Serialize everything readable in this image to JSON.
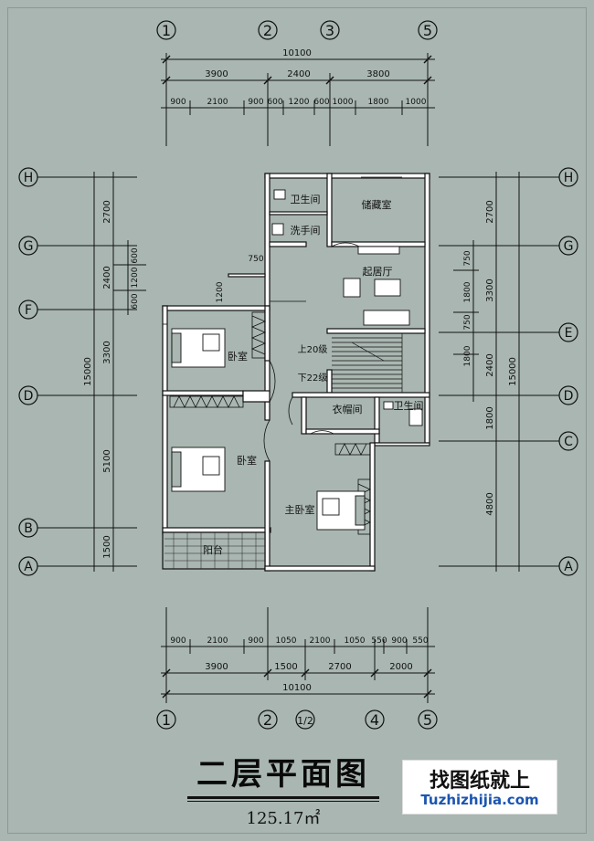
{
  "grid": {
    "top_axes": [
      "1",
      "2",
      "3",
      "5"
    ],
    "bottom_axes": [
      "1",
      "2",
      "1/2",
      "4",
      "5"
    ],
    "left_axes": [
      "H",
      "G",
      "F",
      "D",
      "B",
      "A"
    ],
    "right_axes": [
      "H",
      "G",
      "E",
      "D",
      "C",
      "A"
    ]
  },
  "dimensions": {
    "top_total": "10100",
    "top_mid": [
      "3900",
      "2400",
      "3800"
    ],
    "top_detail": [
      "900",
      "2100",
      "900",
      "600",
      "1200",
      "600",
      "1000",
      "1800",
      "1000"
    ],
    "bottom_detail": [
      "900",
      "2100",
      "900",
      "1050",
      "2100",
      "1050",
      "550",
      "900",
      "550"
    ],
    "bottom_mid": [
      "3900",
      "1500",
      "2700",
      "2000"
    ],
    "bottom_total": "10100",
    "left_outer": [
      "2700",
      "2400",
      "3300",
      "5100",
      "1500"
    ],
    "left_total": "15000",
    "left_inner": [
      "600",
      "1200",
      "600"
    ],
    "left_small": [
      "750",
      "1200"
    ],
    "right_inner": [
      "750",
      "1800",
      "750",
      "1800"
    ],
    "right_mid": [
      "2700",
      "3300",
      "2400",
      "1800",
      "4800"
    ],
    "right_total": "15000"
  },
  "rooms": {
    "bath_top": "卫生间",
    "washroom": "洗手间",
    "storage": "储藏室",
    "living": "起居厅",
    "bedroom_a": "卧室",
    "bedroom_b": "卧室",
    "stair_up": "上20级",
    "stair_down": "下22级",
    "closet": "衣帽间",
    "bath_master": "卫生间",
    "master_bedroom": "主卧室",
    "balcony": "阳台"
  },
  "title": "二层平面图",
  "area": "125.17㎡",
  "logo": {
    "cn": "找图纸就上",
    "en": "Tuzhizhijia.com"
  },
  "colors": {
    "background": "#a9b6b1",
    "line": "#111111",
    "wall": "#ffffff",
    "logo_blue": "#1c55b0"
  }
}
